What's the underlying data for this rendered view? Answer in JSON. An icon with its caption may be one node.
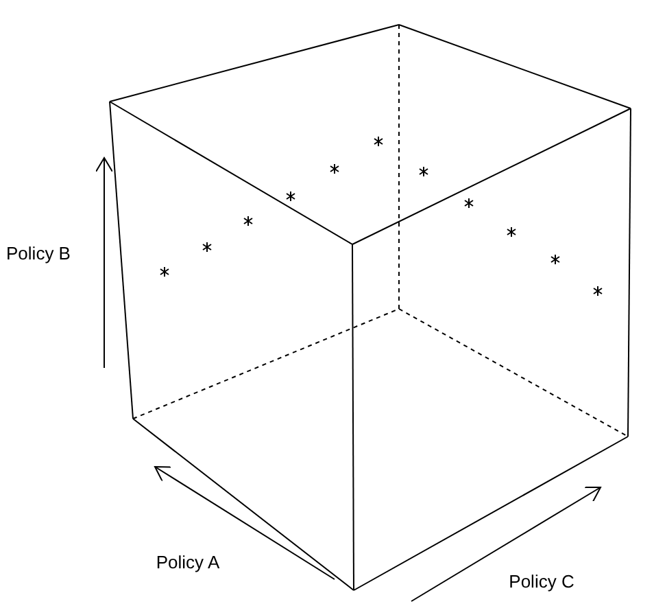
{
  "diagram": {
    "labels": [
      "Policy B",
      "Policy A",
      "Policy C"
    ]
  }
}
